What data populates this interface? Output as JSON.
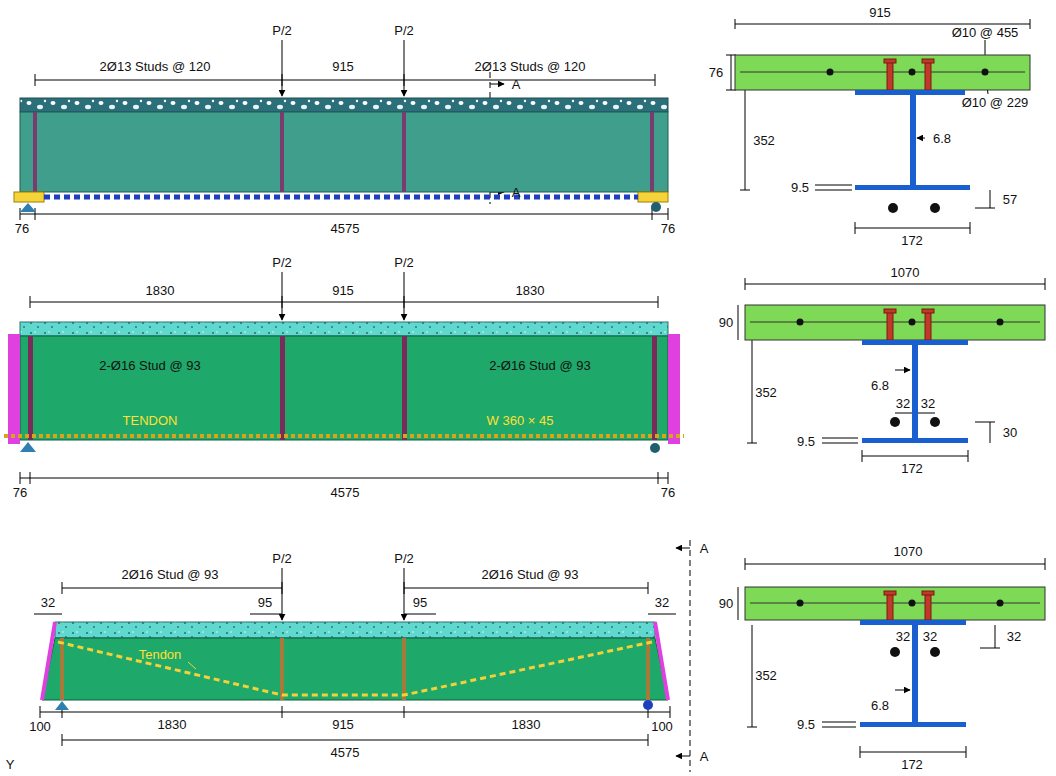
{
  "diagram": {
    "labels": [
      "2Ø13 Studs @ 120",
      "P/2",
      "915",
      "P/2",
      "2Ø13 Studs @ 120",
      "A",
      "A",
      "76",
      "4575",
      "76",
      "915",
      "Ø10 @ 455",
      "76",
      "Ø10 @ 229",
      "352",
      "6.8",
      "9.5",
      "57",
      "172",
      "P/2",
      "P/2",
      "1830",
      "915",
      "1830",
      "2-Ø16 Stud @ 93",
      "2-Ø16 Stud @ 93",
      "TENDON",
      "W 360 × 45",
      "76",
      "4575",
      "76",
      "1070",
      "90",
      "6.8",
      "352",
      "32",
      "32",
      "9.5",
      "30",
      "172",
      "P/2",
      "P/2",
      "2Ø16 Stud @ 93",
      "2Ø16 Stud @ 93",
      "32",
      "95",
      "95",
      "32",
      "Tendon",
      "A",
      "A",
      "100",
      "1830",
      "915",
      "1830",
      "100",
      "4575",
      "Y",
      "1070",
      "90",
      "32",
      "32",
      "32",
      "352",
      "6.8",
      "9.5",
      "172"
    ]
  }
}
